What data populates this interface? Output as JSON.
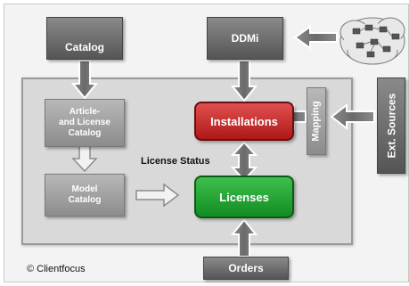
{
  "boxes": {
    "catalog": "Catalog",
    "ddmi": "DDMi",
    "article_license_catalog": "Article-\nand License\nCatalog",
    "model_catalog": "Model\nCatalog",
    "installations": "Installations",
    "licenses": "Licenses",
    "mapping": "Mapping",
    "ext_sources": "Ext. Sources",
    "orders": "Orders"
  },
  "labels": {
    "license_status": "License Status"
  },
  "footer": "© Clientfocus",
  "colors": {
    "installations": "#c41e1e",
    "licenses": "#1fa32e",
    "dark_box": "#6e6e6e",
    "logo": "#e8781e"
  }
}
